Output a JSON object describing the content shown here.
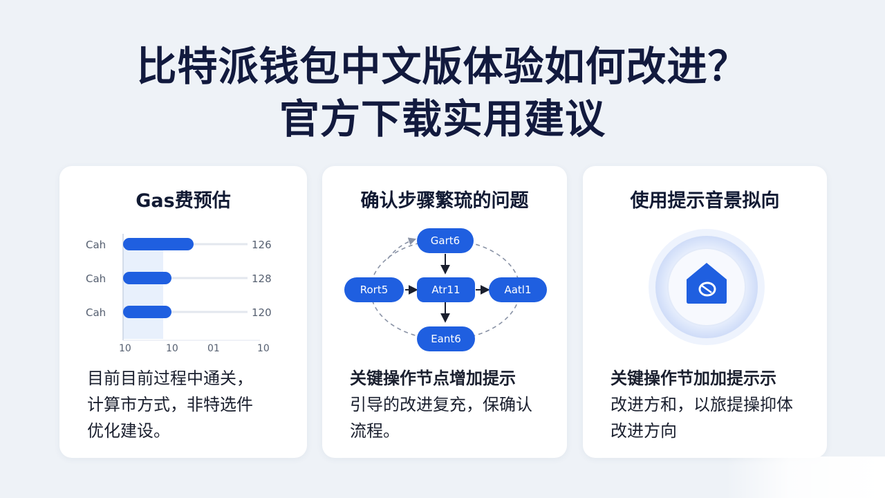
{
  "title": {
    "line1": "比特派钱包中文版体验如何改进？",
    "line2": "官方下载实用建议"
  },
  "card1": {
    "title": "Gas费预估",
    "chart": {
      "rows": [
        {
          "label": "Cah",
          "value": "126"
        },
        {
          "label": "Cah",
          "value": "128"
        },
        {
          "label": "Cah",
          "value": "120"
        }
      ],
      "ticks": [
        "10",
        "10",
        "01",
        "10"
      ]
    },
    "text_lines": [
      "目前目前过程中通关，",
      "计算市方式，非特选件",
      "优化建设。"
    ]
  },
  "card2": {
    "title": "确认步骤繁琉的问题",
    "nodes": {
      "top": "Gart6",
      "left": "Rort5",
      "center": "Atr11",
      "right": "Aatl1",
      "bottom": "Eant6"
    },
    "text_lead": "关键操作节点增加提示",
    "text_lines": [
      "引导的改进复充，保确认",
      "流程。"
    ]
  },
  "card3": {
    "title": "使用提示音景拟向",
    "icon": "home-shield-icon",
    "text_lead": "关键操作节加加提示示",
    "text_lines": [
      "改进方和，以旅提操抑体",
      "改进方向"
    ]
  },
  "colors": {
    "accent": "#1f5fe0",
    "title": "#121a3e",
    "background": "#eef2f7"
  }
}
